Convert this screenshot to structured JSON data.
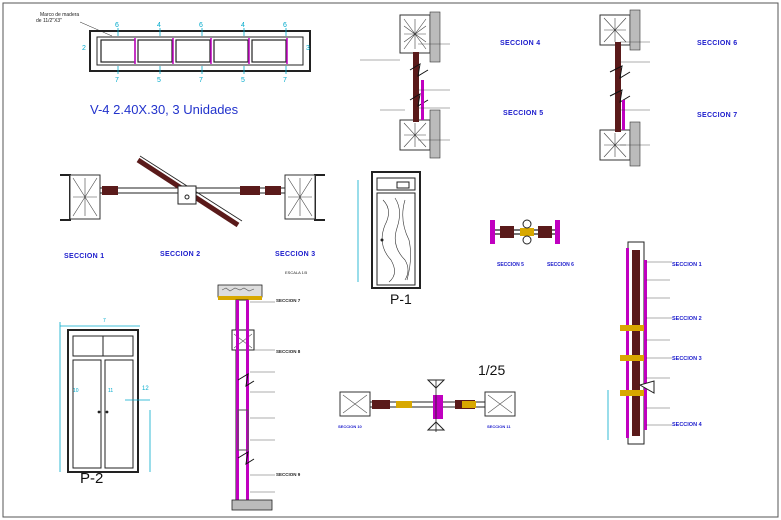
{
  "texts": {
    "window_title": "V-4  2.40X.30, 3 Unidades",
    "frame_note": "Marco de madera",
    "frame_note_dim": "de 11/2\"X3\"",
    "scale_big": "1/25",
    "p1": "P-1",
    "p2": "P-2",
    "secciones_top": [
      "SECCION 4",
      "SECCION 5",
      "SECCION 6",
      "SECCION 7"
    ],
    "secciones_mid": [
      "SECCION 1",
      "SECCION 2",
      "SECCION 3"
    ],
    "sec_small_a": "SECCION 5",
    "sec_small_b": "SECCION 6",
    "right_secs": [
      "SECCION 1",
      "SECCION 2",
      "SECCION 3",
      "SECCION 4"
    ],
    "left_col_secs": [
      "SECCION 7",
      "SECCION 8",
      "SECCION 9"
    ],
    "bottom_secs": [
      "SECCION 10",
      "SECCION 11"
    ],
    "escala": "ESCALA 1/5",
    "marks_top": [
      "6",
      "4",
      "6",
      "4",
      "6"
    ],
    "marks_bottom": [
      "7",
      "5",
      "7",
      "5",
      "7"
    ],
    "side_marks": [
      "2",
      "3"
    ],
    "p2_marks": [
      "7",
      "10",
      "11",
      "12"
    ]
  }
}
